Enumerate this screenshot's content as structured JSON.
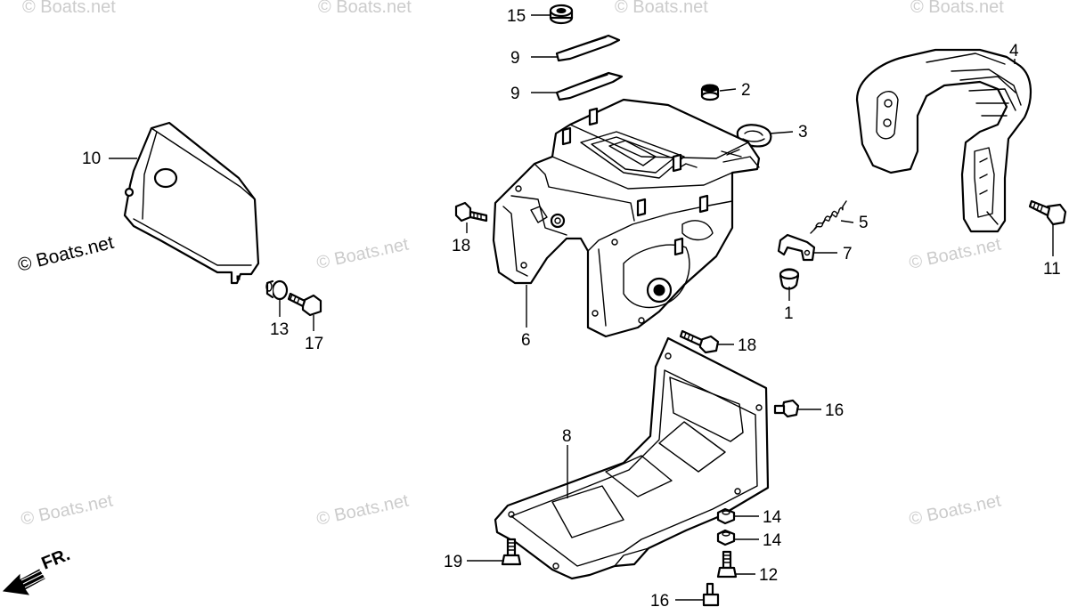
{
  "watermark": "© Boats.net",
  "front_label": "FR.",
  "callouts": [
    {
      "id": "c15",
      "number": "15"
    },
    {
      "id": "c9a",
      "number": "9"
    },
    {
      "id": "c9b",
      "number": "9"
    },
    {
      "id": "c2",
      "number": "2"
    },
    {
      "id": "c3",
      "number": "3"
    },
    {
      "id": "c4",
      "number": "4"
    },
    {
      "id": "c10",
      "number": "10"
    },
    {
      "id": "c18a",
      "number": "18"
    },
    {
      "id": "c5",
      "number": "5"
    },
    {
      "id": "c7",
      "number": "7"
    },
    {
      "id": "c1",
      "number": "1"
    },
    {
      "id": "c11",
      "number": "11"
    },
    {
      "id": "c6",
      "number": "6"
    },
    {
      "id": "c13",
      "number": "13"
    },
    {
      "id": "c17",
      "number": "17"
    },
    {
      "id": "c18b",
      "number": "18"
    },
    {
      "id": "c16a",
      "number": "16"
    },
    {
      "id": "c8",
      "number": "8"
    },
    {
      "id": "c14a",
      "number": "14"
    },
    {
      "id": "c14b",
      "number": "14"
    },
    {
      "id": "c19",
      "number": "19"
    },
    {
      "id": "c12",
      "number": "12"
    },
    {
      "id": "c16b",
      "number": "16"
    }
  ]
}
